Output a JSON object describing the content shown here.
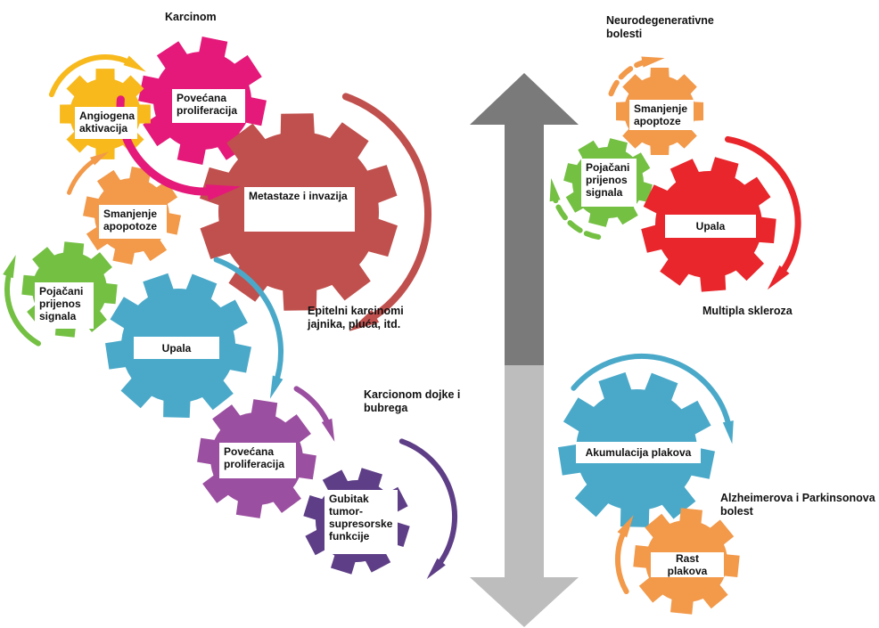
{
  "colors": {
    "magenta": "#e4197a",
    "yellow": "#f7b91c",
    "orange": "#f2994a",
    "red_brown": "#c0504d",
    "green": "#74c043",
    "blue": "#4aa9c9",
    "purple": "#9b4fa0",
    "dark_purple": "#5e3e86",
    "bright_red": "#e8262b",
    "arrow_dark": "#7a7a7a",
    "arrow_light": "#bdbdbd"
  },
  "captions": {
    "karcinom": "Karcinom",
    "epitelni": "Epitelni karcinomi jajnika, pluća, itd.",
    "dojke": "Karcionom dojke i bubrega",
    "neuro": "Neurodegenerativne bolesti",
    "multipla": "Multipla skleroza",
    "alzheimer": "Alzheimerova i Parkinsonova bolest"
  },
  "left": {
    "povecana_top": "Povećana proliferacija",
    "angiogena": "Angiogena aktivacija",
    "metastaze": "Metastaze i invazija",
    "smanjenje": "Smanjenje apopotoze",
    "pojacani": "Pojačani prijenos signala",
    "upala": "Upala",
    "povecana_bottom": "Povećana proliferacija",
    "gubitak": "Gubitak tumor-supresorske funkcije"
  },
  "right": {
    "smanjenje": "Smanjenje apoptoze",
    "pojacani": "Pojačani prijenos signala",
    "upala": "Upala",
    "akumulacija": "Akumulacija plakova",
    "rast": "Rast plakova"
  }
}
